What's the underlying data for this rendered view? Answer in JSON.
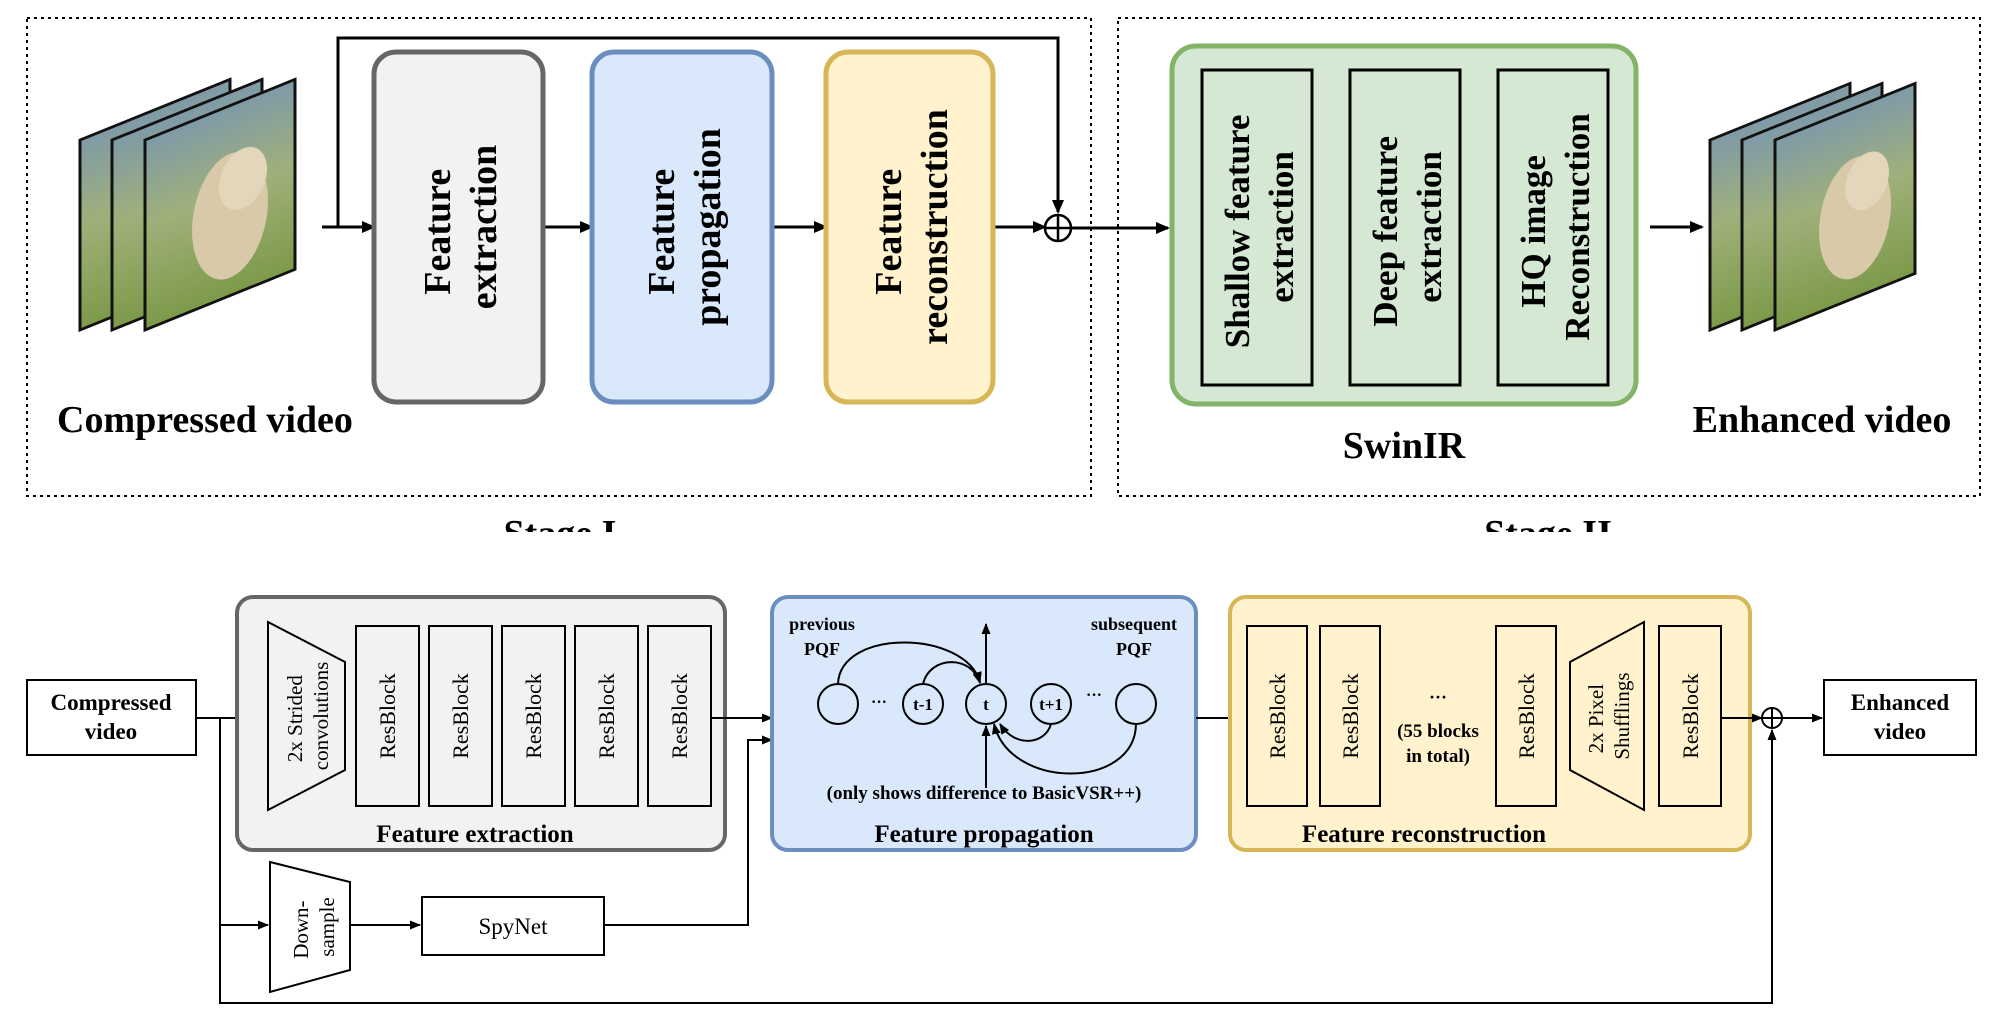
{
  "colors": {
    "feature_extraction_fill": "#f2f2f2",
    "feature_extraction_stroke": "#666666",
    "feature_propagation_fill": "#dae8fc",
    "feature_propagation_stroke": "#6c8ebf",
    "feature_reconstruction_fill": "#fff2cc",
    "feature_reconstruction_stroke": "#d6b656",
    "swinir_fill": "#d5e8d4",
    "swinir_stroke": "#82b366"
  },
  "top": {
    "stage1": {
      "input_label": "Compressed video",
      "stage_label": "Stage I",
      "feature_extraction": [
        "Feature",
        "extraction"
      ],
      "feature_propagation": [
        "Feature",
        "propagation"
      ],
      "feature_reconstruction": [
        "Feature",
        "reconstruction"
      ],
      "sum_symbol": "⊕"
    },
    "stage2": {
      "stage_label": "Stage II",
      "swinir_label": "SwinIR",
      "shallow": [
        "Shallow feature",
        "extraction"
      ],
      "deep": [
        "Deep feature",
        "extraction"
      ],
      "hq": [
        "HQ image",
        "Reconstruction"
      ],
      "output_label": "Enhanced video"
    }
  },
  "bottom": {
    "input_label": [
      "Compressed",
      "video"
    ],
    "output_label": [
      "Enhanced",
      "video"
    ],
    "extraction": {
      "title": "Feature extraction",
      "strided": [
        "2x Strided",
        "convolutions"
      ],
      "resblocks": [
        "ResBlock",
        "ResBlock",
        "ResBlock",
        "ResBlock",
        "ResBlock"
      ]
    },
    "propagation": {
      "title": "Feature propagation",
      "previous": [
        "previous",
        "PQF"
      ],
      "subsequent": [
        "subsequent",
        "PQF"
      ],
      "nodes": [
        "t-1",
        "t",
        "t+1"
      ],
      "dots": [
        "···",
        "···"
      ],
      "note": "(only shows difference to BasicVSR++)"
    },
    "reconstruction": {
      "title": "Feature reconstruction",
      "resblocks": [
        "ResBlock",
        "ResBlock",
        "ResBlock",
        "ResBlock"
      ],
      "ellipsis": "···",
      "blocks_note": [
        "(55 blocks",
        "in total)"
      ],
      "pixel_shuffle": [
        "2x Pixel",
        "Shufflings"
      ]
    },
    "downsample": [
      "Down-",
      "sample"
    ],
    "spynet": "SpyNet",
    "sum_symbol": "⊕"
  }
}
